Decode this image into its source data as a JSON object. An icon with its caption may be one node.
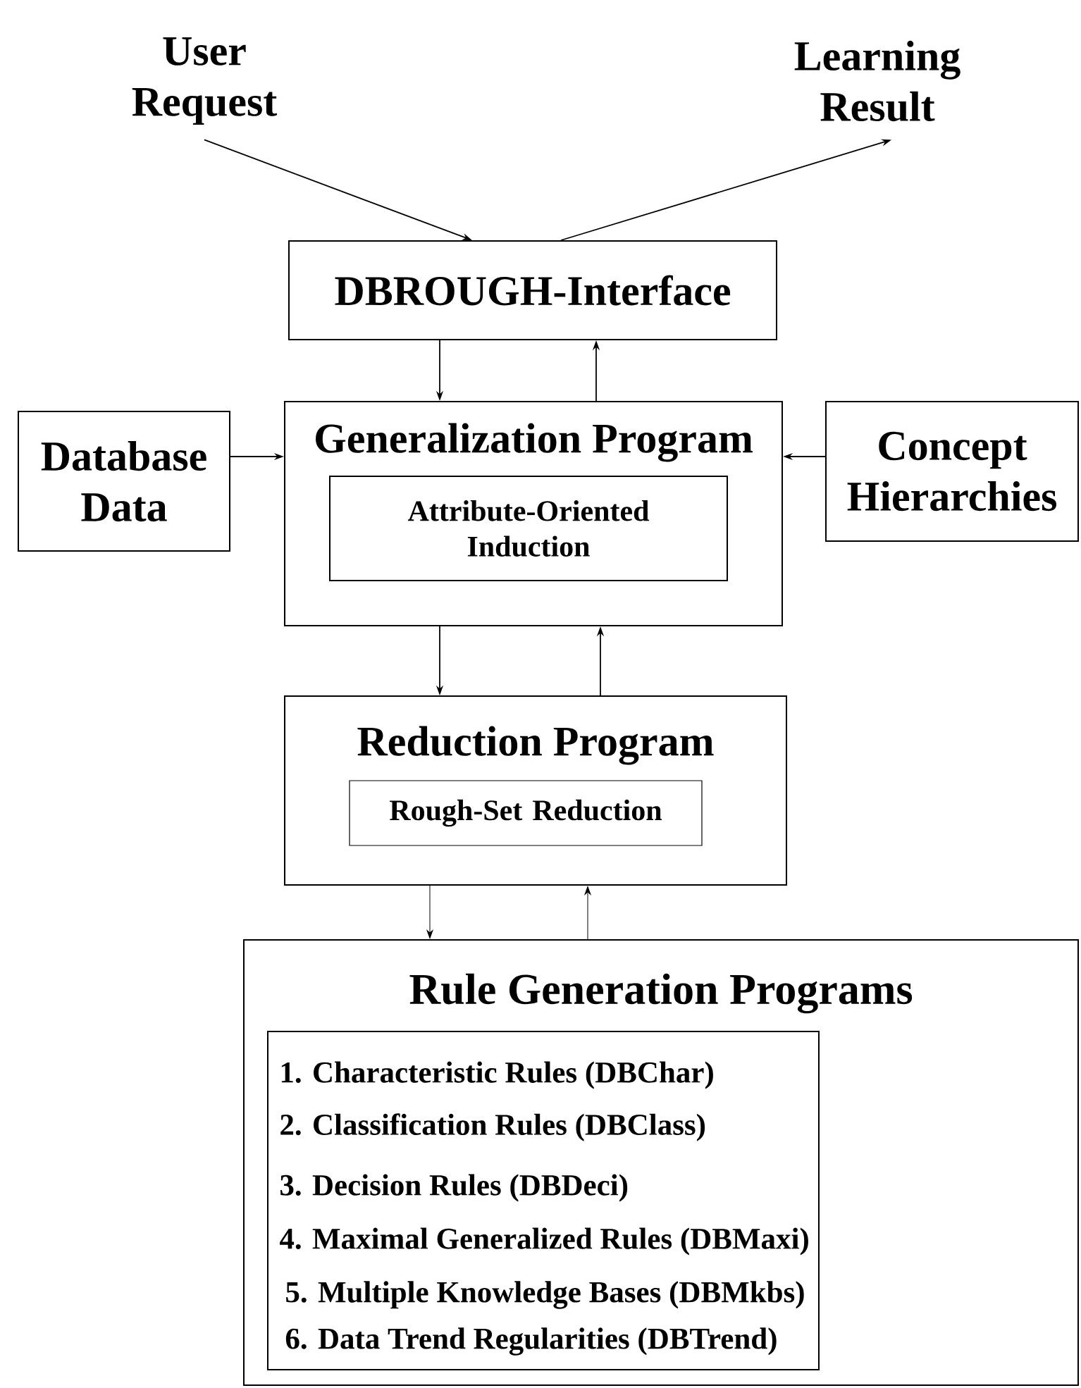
{
  "diagram": {
    "nodes": [
      {
        "text": [
          "User Request"
        ]
      },
      {
        "text": [
          "Learning Result"
        ]
      },
      {
        "text": [
          "DBROUGH-Interface"
        ]
      },
      {
        "text": [
          "Generalization Program"
        ]
      },
      {
        "text": [
          "Attribute-Oriented Induction"
        ],
        "in": 3
      },
      {
        "text": [
          "Database Data"
        ]
      },
      {
        "text": [
          "Concept Hierarchies"
        ]
      },
      {
        "text": [
          "Reduction Program"
        ]
      },
      {
        "text": [
          "Rough-Set Reduction"
        ],
        "in": 7
      },
      {
        "text": [
          "Rule Generation Programs"
        ]
      },
      {
        "text": [
          "1. Characteristic Rules (DBChar)",
          "2. Classification Rules (DBClass)",
          "3. Decision Rules (DBDeci)",
          "4. Maximal Generalized Rules (DBMaxi)",
          "5. Multiple Knowledge Bases (DBMkbs)",
          "6. Data Trend Regularities (DBTrend)"
        ],
        "in": 9
      }
    ],
    "edges": [
      {
        "from": 0,
        "to": 2,
        "arrow": "to"
      },
      {
        "from": 2,
        "to": 1,
        "arrow": "to"
      },
      {
        "from": 2,
        "to": 3,
        "arrow": "to"
      },
      {
        "from": 3,
        "to": 2,
        "arrow": "to"
      },
      {
        "from": 5,
        "to": 3,
        "arrow": "to"
      },
      {
        "from": 6,
        "to": 3,
        "arrow": "to"
      },
      {
        "from": 3,
        "to": 7,
        "arrow": "to"
      },
      {
        "from": 7,
        "to": 3,
        "arrow": "to"
      },
      {
        "from": 7,
        "to": 9,
        "arrow": "to"
      },
      {
        "from": 9,
        "to": 7,
        "arrow": "to"
      }
    ]
  }
}
